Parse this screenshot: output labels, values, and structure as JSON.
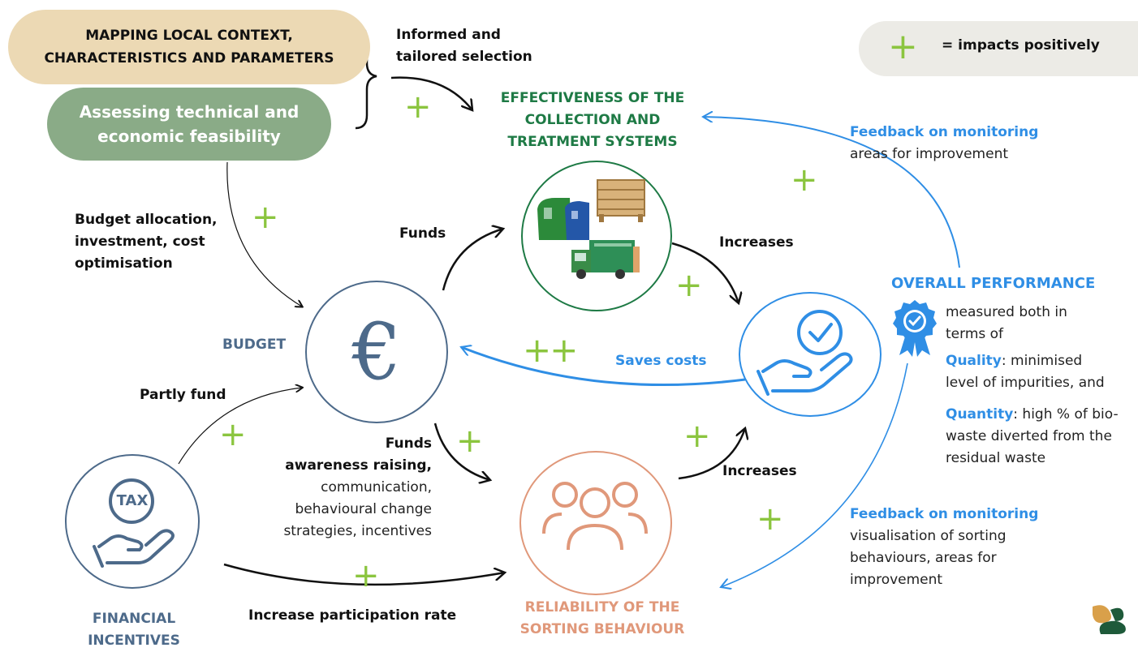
{
  "mapping_pill": {
    "line1": "MAPPING LOCAL CONTEXT,",
    "line2": "CHARACTERISTICS AND PARAMETERS"
  },
  "assessing_pill": {
    "line1": "Assessing technical and",
    "line2": "economic feasibility"
  },
  "informed": {
    "line1": "Informed and",
    "line2": "tailored selection"
  },
  "legend": {
    "symbol": "+",
    "text": "= impacts positively"
  },
  "effectiveness": {
    "line1": "EFFECTIVENESS OF THE",
    "line2": "COLLECTION AND",
    "line3": "TREATMENT SYSTEMS"
  },
  "feedback_top": {
    "bold": "Feedback on monitoring",
    "line2": "areas for improvement"
  },
  "budget_alloc": {
    "line1": "Budget allocation,",
    "line2": "investment, cost",
    "line3": "optimisation"
  },
  "funds_top": "Funds",
  "increases_top": "Increases",
  "overall": {
    "title": "OVERALL PERFORMANCE",
    "line1": "measured both in",
    "line2": "terms of",
    "quality_label": "Quality",
    "quality_text1": ": minimised",
    "quality_text2": "level of impurities, and",
    "quantity_label": "Quantity",
    "quantity_text1": ": high % of bio-",
    "quantity_text2": "waste diverted from the",
    "quantity_text3": "residual waste"
  },
  "budget_label": "BUDGET",
  "euro_symbol": "€",
  "saves_costs": "Saves costs",
  "double_plus": "++",
  "partly_fund": "Partly fund",
  "funds_bottom": {
    "line1": "Funds",
    "line2": "awareness raising,",
    "line3": "communication,",
    "line4": "behavioural change",
    "line5": "strategies, incentives"
  },
  "increases_bottom": "Increases",
  "feedback_bottom": {
    "bold": "Feedback on monitoring",
    "line2": "visualisation of sorting",
    "line3": "behaviours, areas for",
    "line4": "improvement"
  },
  "tax_text": "TAX",
  "financial": {
    "line1": "FINANCIAL",
    "line2": "INCENTIVES"
  },
  "participation": "Increase participation rate",
  "reliability": {
    "line1": "RELIABILITY OF THE",
    "line2": "SORTING BEHAVIOUR"
  },
  "plus": "+",
  "colors": {
    "green": "#1e7a45",
    "blue": "#2f8ee5",
    "slate": "#4d6a8a",
    "salmon": "#e0987a",
    "plus": "#8bc53f",
    "sand": "#ecd9b4",
    "sage": "#8aab87"
  }
}
